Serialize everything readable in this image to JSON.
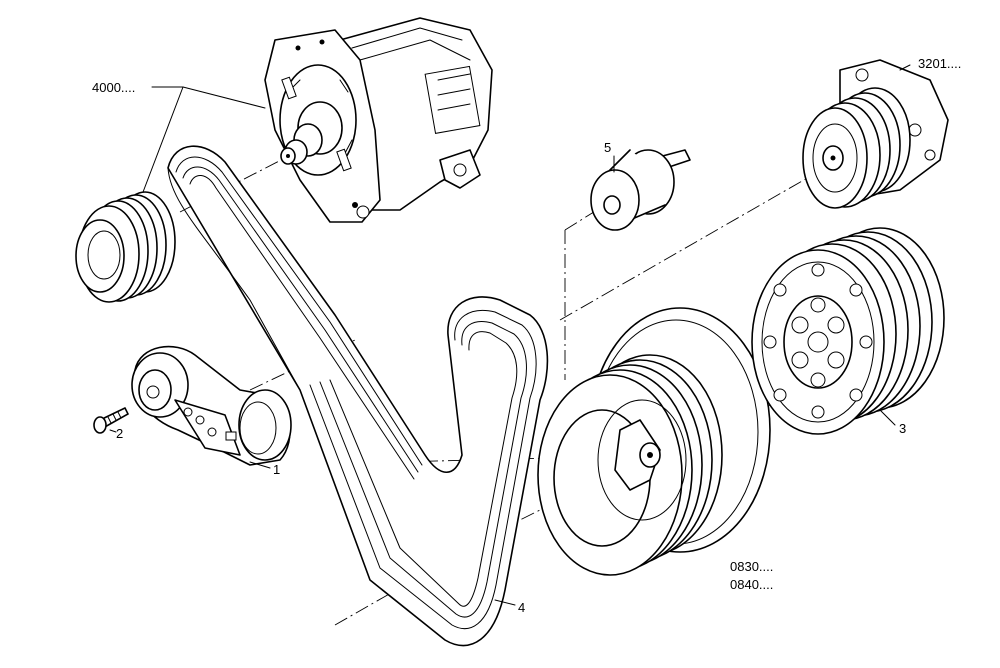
{
  "diagram": {
    "labels": {
      "alternator_ref": "4000....",
      "water_pump_ref": "3201....",
      "idler_pulley": "5",
      "screw": "2",
      "tensioner": "1",
      "damper_pulley": "3",
      "belt": "4",
      "crank_pulley_ref_a": "0830....",
      "crank_pulley_ref_b": "0840...."
    }
  }
}
